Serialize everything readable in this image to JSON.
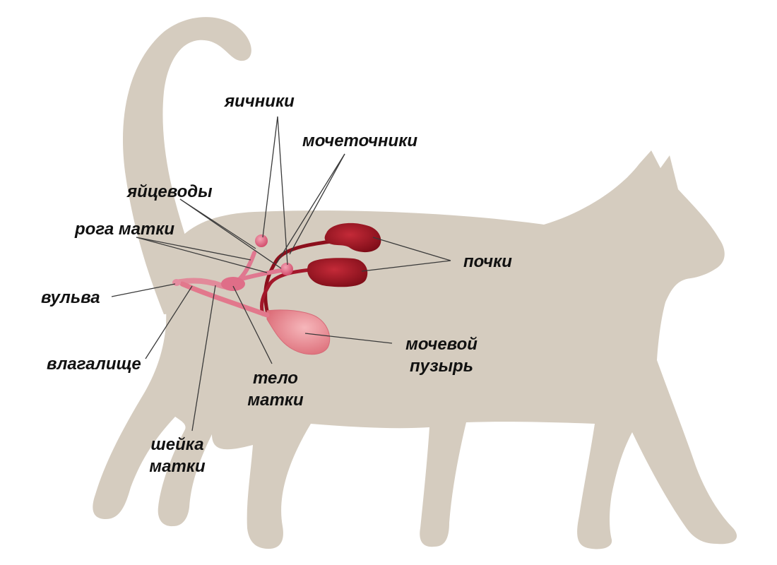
{
  "colors": {
    "background": "#ffffff",
    "cat_silhouette": "#d5ccbf",
    "organ_dark_red": "#8c0f1c",
    "organ_pink": "#d9556b",
    "bladder_pink": "#e88a92",
    "leader_line": "#3a3a3a",
    "label_text": "#111111"
  },
  "labels": {
    "ovaries": "яичники",
    "ureters": "мочеточники",
    "oviducts": "яйцеводы",
    "uterine_horns": "рога матки",
    "kidneys": "почки",
    "vulva": "вульва",
    "vagina": "влагалище",
    "uterus_body_line1": "тело",
    "uterus_body_line2": "матки",
    "bladder_line1": "мочевой",
    "bladder_line2": "пузырь",
    "cervix_line1": "шейка",
    "cervix_line2": "матки"
  }
}
